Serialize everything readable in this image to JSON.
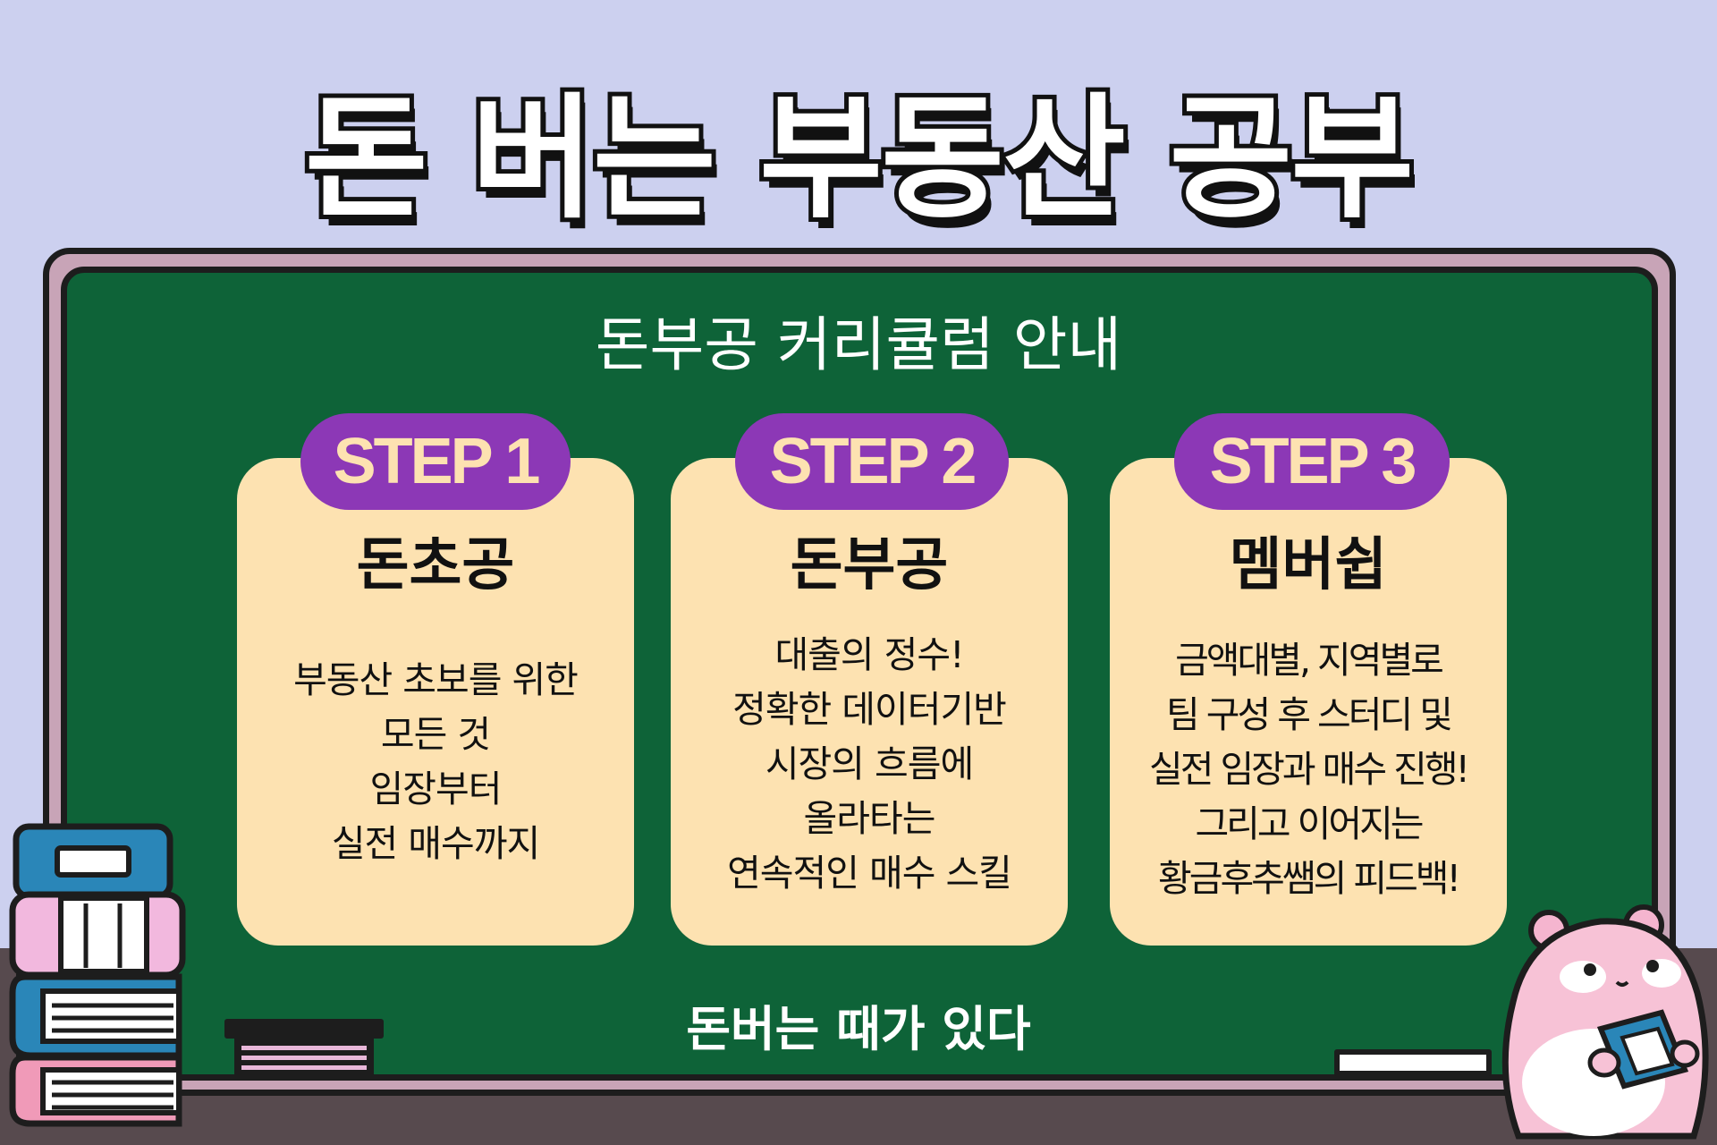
{
  "page": {
    "title": "돈 버는 부동산 공부",
    "subtitle": "돈부공 커리큘럼 안내",
    "slogan": "돈버는 때가 있다"
  },
  "steps": [
    {
      "badge": "STEP 1",
      "title": "돈초공",
      "lines": [
        "부동산 초보를 위한",
        "모든 것",
        "임장부터",
        "실전 매수까지"
      ]
    },
    {
      "badge": "STEP 2",
      "title": "돈부공",
      "lines": [
        "대출의 정수!",
        "정확한 데이터기반",
        "시장의 흐름에",
        "올라타는",
        "연속적인 매수 스킬"
      ]
    },
    {
      "badge": "STEP 3",
      "title": "멤버쉽",
      "lines": [
        "금액대별, 지역별로",
        "팀 구성 후 스터디 및",
        "실전 임장과 매수 진행!",
        "그리고 이어지는",
        "황금후추쌤의 피드백!"
      ]
    }
  ],
  "colors": {
    "background": "#ccd0ef",
    "board": "#0e6338",
    "board_frame": "#c8a4b7",
    "card": "#fde2b1",
    "badge": "#8c38b6",
    "badge_text": "#fde2b1"
  },
  "decorations": {
    "left": "stacked-books-icon",
    "eraser": "chalkboard-eraser-icon",
    "chalk": "chalk-icon",
    "mascot": "hamster-reading-book-icon"
  }
}
